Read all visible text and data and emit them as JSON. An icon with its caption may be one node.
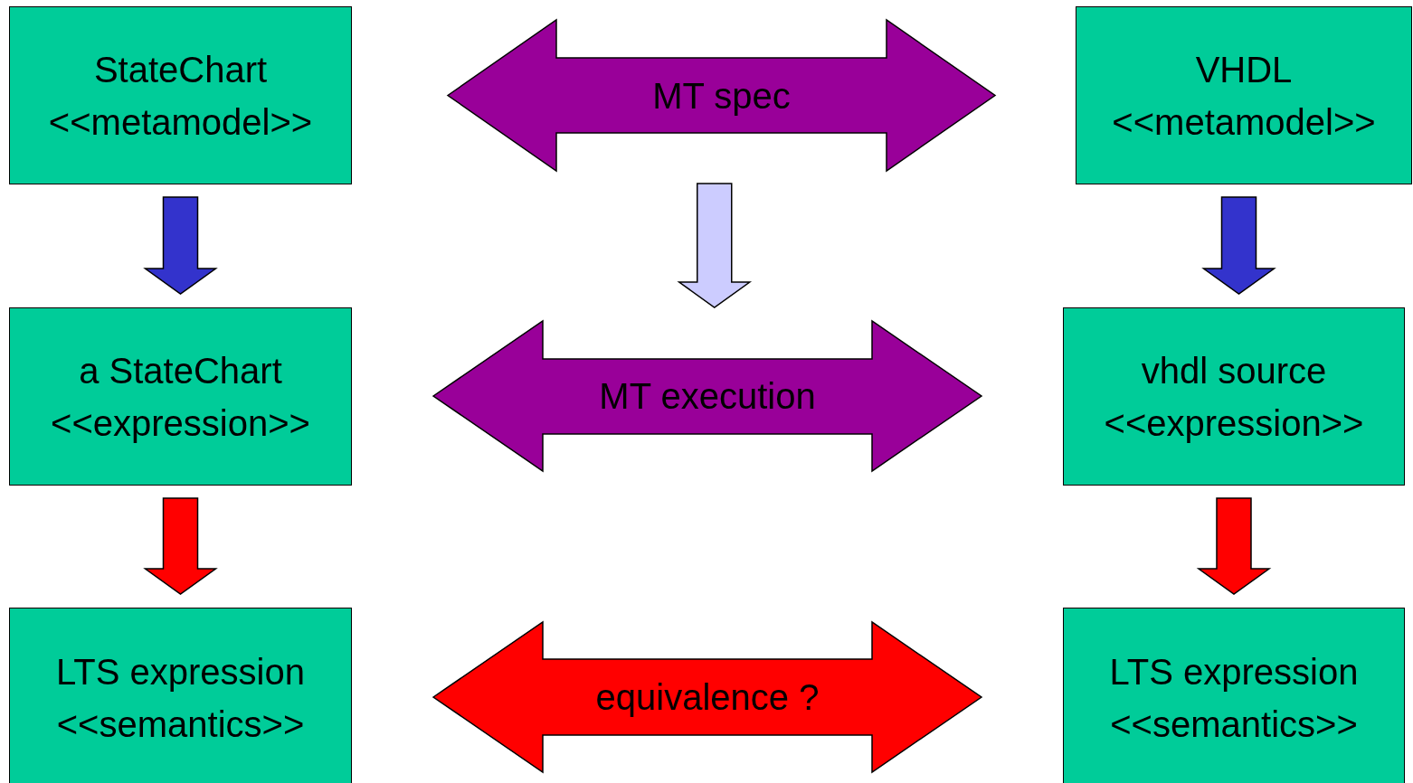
{
  "diagram": {
    "nodes": [
      {
        "text": [
          "StateChart",
          "<<metamodel>>"
        ]
      },
      {
        "text": [
          "MT spec"
        ]
      },
      {
        "text": [
          "VHDL",
          "<<metamodel>>"
        ]
      },
      {
        "text": [
          "a StateChart",
          "<<expression>>"
        ]
      },
      {
        "text": [
          "MT execution"
        ]
      },
      {
        "text": [
          "vhdl source",
          "<<expression>>"
        ]
      },
      {
        "text": [
          "LTS expression",
          "<<semantics>>"
        ]
      },
      {
        "text": [
          "equivalence ?"
        ]
      },
      {
        "text": [
          "LTS expression",
          "<<semantics>>"
        ]
      }
    ],
    "edges": [
      {
        "from": 0,
        "to": 3,
        "arrow": "to",
        "style": "thick",
        "color": "#3333cc"
      },
      {
        "from": 1,
        "to": 4,
        "arrow": "to",
        "style": "thick",
        "color": "#ccccff"
      },
      {
        "from": 2,
        "to": 5,
        "arrow": "to",
        "style": "thick",
        "color": "#3333cc"
      },
      {
        "from": 3,
        "to": 6,
        "arrow": "to",
        "style": "thick",
        "color": "#ff0000"
      },
      {
        "from": 5,
        "to": 8,
        "arrow": "to",
        "style": "thick",
        "color": "#ff0000"
      }
    ]
  }
}
